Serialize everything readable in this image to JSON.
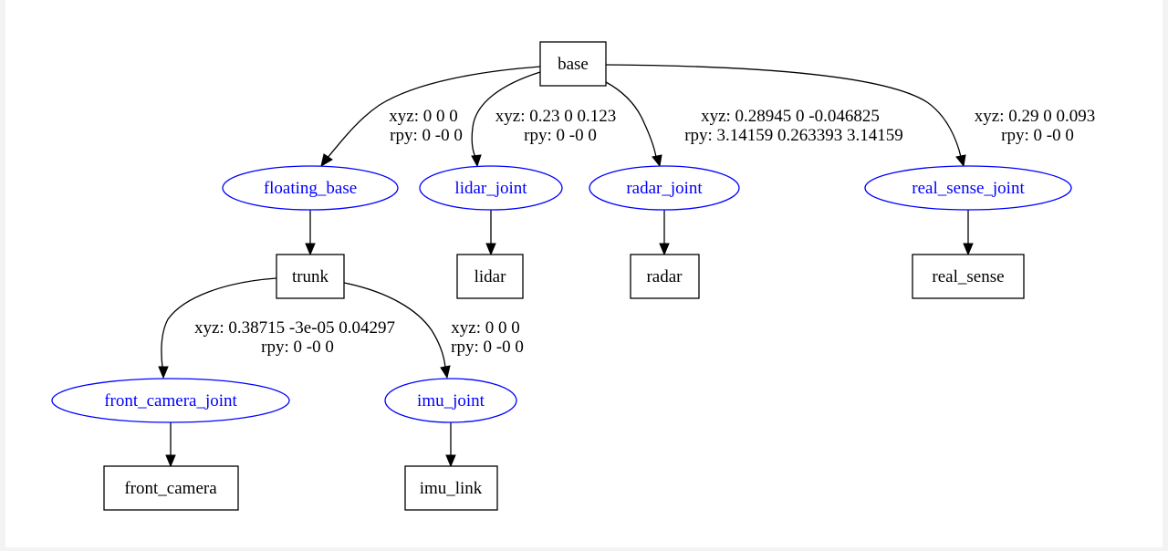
{
  "colors": {
    "link_text": "#000000",
    "joint_text": "#0000ff",
    "joint_border": "#0000ff",
    "edge": "#000000"
  },
  "links": {
    "base": "base",
    "trunk": "trunk",
    "lidar": "lidar",
    "radar": "radar",
    "real_sense": "real_sense",
    "front_camera": "front_camera",
    "imu_link": "imu_link"
  },
  "joints": {
    "floating_base": "floating_base",
    "lidar_joint": "lidar_joint",
    "radar_joint": "radar_joint",
    "real_sense_joint": "real_sense_joint",
    "front_camera_joint": "front_camera_joint",
    "imu_joint": "imu_joint"
  },
  "edge_labels": {
    "floating_base": {
      "xyz": "xyz: 0 0 0",
      "rpy": "rpy: 0 -0 0"
    },
    "lidar_joint": {
      "xyz": "xyz: 0.23 0 0.123",
      "rpy": "rpy: 0 -0 0"
    },
    "radar_joint": {
      "xyz": "xyz: 0.28945 0 -0.046825",
      "rpy": "rpy: 3.14159 0.263393 3.14159"
    },
    "real_sense_joint": {
      "xyz": "xyz: 0.29 0 0.093",
      "rpy": "rpy: 0 -0 0"
    },
    "front_camera_joint": {
      "xyz": "xyz: 0.38715 -3e-05 0.04297",
      "rpy": "rpy: 0 -0 0"
    },
    "imu_joint": {
      "xyz": "xyz: 0 0 0",
      "rpy": "rpy: 0 -0 0"
    }
  }
}
